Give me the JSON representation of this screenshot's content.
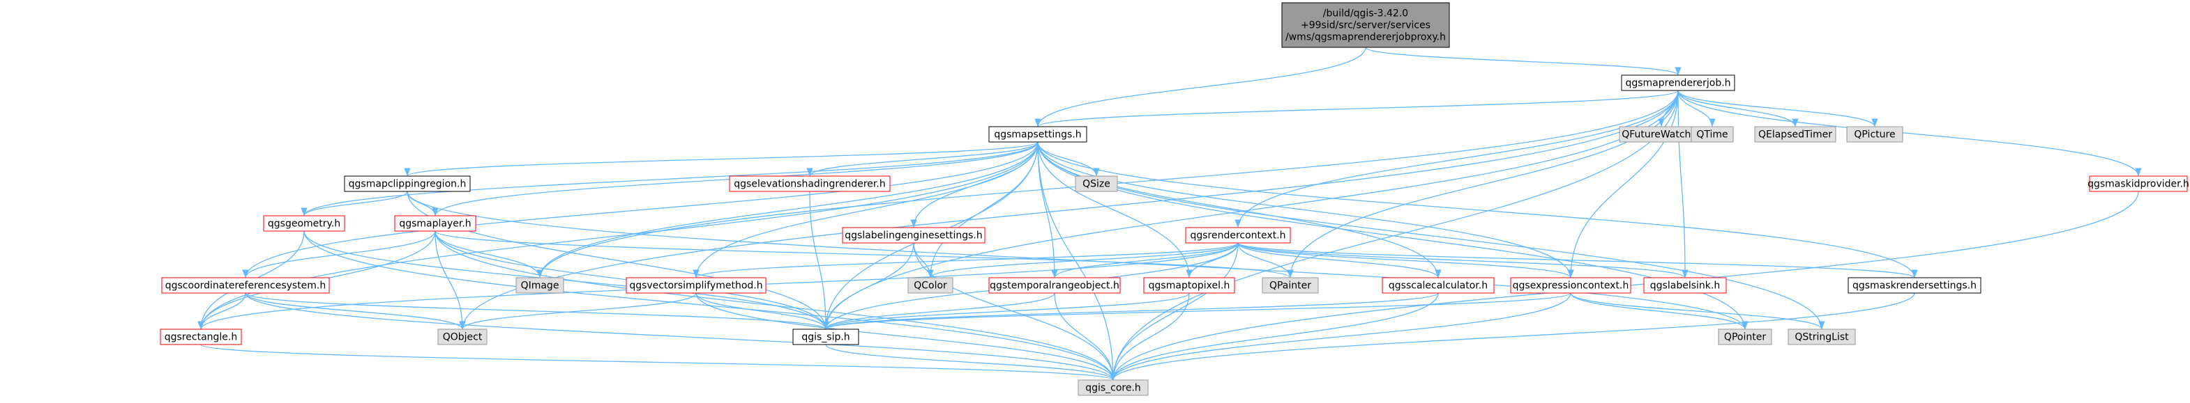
{
  "colors": {
    "edge": "#63B8FF",
    "border_red": "#FF0000",
    "border_black": "#000000",
    "border_gray": "#999999",
    "fill_white": "#FFFFFF",
    "fill_gray": "#E0E0E0",
    "fill_root": "#999999",
    "text": "#000000"
  },
  "nodes": [
    {
      "id": "root",
      "lines": [
        "/build/qgis-3.42.0",
        "+99sid/src/server/services",
        "/wms/qgsmaprendererjobproxy.h"
      ],
      "style": "root"
    },
    {
      "id": "maprendererjob",
      "lines": [
        "qgsmaprendererjob.h"
      ],
      "style": "black"
    },
    {
      "id": "mapsettings",
      "lines": [
        "qgsmapsettings.h"
      ],
      "style": "black"
    },
    {
      "id": "qfuturewatcher",
      "lines": [
        "QFutureWatcher"
      ],
      "style": "gray"
    },
    {
      "id": "qtime",
      "lines": [
        "QTime"
      ],
      "style": "gray"
    },
    {
      "id": "qelapsedtimer",
      "lines": [
        "QElapsedTimer"
      ],
      "style": "gray"
    },
    {
      "id": "qpicture",
      "lines": [
        "QPicture"
      ],
      "style": "gray"
    },
    {
      "id": "maskidprovider",
      "lines": [
        "qgsmaskidprovider.h"
      ],
      "style": "red"
    },
    {
      "id": "mapclippingregion",
      "lines": [
        "qgsmapclippingregion.h"
      ],
      "style": "black"
    },
    {
      "id": "elevationshading",
      "lines": [
        "qgselevationshadingrenderer.h"
      ],
      "style": "red"
    },
    {
      "id": "qsize",
      "lines": [
        "QSize"
      ],
      "style": "gray"
    },
    {
      "id": "geometry",
      "lines": [
        "qgsgeometry.h"
      ],
      "style": "red"
    },
    {
      "id": "maplayer",
      "lines": [
        "qgsmaplayer.h"
      ],
      "style": "red"
    },
    {
      "id": "labelingengine",
      "lines": [
        "qgslabelingenginesettings.h"
      ],
      "style": "red"
    },
    {
      "id": "rendercontext",
      "lines": [
        "qgsrendercontext.h"
      ],
      "style": "red"
    },
    {
      "id": "crs",
      "lines": [
        "qgscoordinatereferencesystem.h"
      ],
      "style": "red"
    },
    {
      "id": "qimage",
      "lines": [
        "QImage"
      ],
      "style": "gray"
    },
    {
      "id": "vectorsimplify",
      "lines": [
        "qgsvectorsimplifymethod.h"
      ],
      "style": "red"
    },
    {
      "id": "qcolor",
      "lines": [
        "QColor"
      ],
      "style": "gray"
    },
    {
      "id": "temporalrange",
      "lines": [
        "qgstemporalrangeobject.h"
      ],
      "style": "red"
    },
    {
      "id": "maptopixel",
      "lines": [
        "qgsmaptopixel.h"
      ],
      "style": "red"
    },
    {
      "id": "qpainter",
      "lines": [
        "QPainter"
      ],
      "style": "gray"
    },
    {
      "id": "scalecalc",
      "lines": [
        "qgsscalecalculator.h"
      ],
      "style": "red"
    },
    {
      "id": "exprcontext",
      "lines": [
        "qgsexpressioncontext.h"
      ],
      "style": "red"
    },
    {
      "id": "labelsink",
      "lines": [
        "qgslabelsink.h"
      ],
      "style": "red"
    },
    {
      "id": "maskrender",
      "lines": [
        "qgsmaskrendersettings.h"
      ],
      "style": "black"
    },
    {
      "id": "rectangle",
      "lines": [
        "qgsrectangle.h"
      ],
      "style": "red"
    },
    {
      "id": "qobject",
      "lines": [
        "QObject"
      ],
      "style": "gray"
    },
    {
      "id": "qgissip",
      "lines": [
        "qgis_sip.h"
      ],
      "style": "black"
    },
    {
      "id": "qpointer",
      "lines": [
        "QPointer"
      ],
      "style": "gray"
    },
    {
      "id": "qstringlist",
      "lines": [
        "QStringList"
      ],
      "style": "gray"
    },
    {
      "id": "qgiscore",
      "lines": [
        "qgis_core.h"
      ],
      "style": "gray"
    }
  ],
  "edges": [
    [
      "root",
      "mapsettings"
    ],
    [
      "root",
      "maprendererjob"
    ],
    [
      "maprendererjob",
      "mapsettings"
    ],
    [
      "maprendererjob",
      "qfuturewatcher"
    ],
    [
      "maprendererjob",
      "qtime"
    ],
    [
      "maprendererjob",
      "qelapsedtimer"
    ],
    [
      "maprendererjob",
      "qpicture"
    ],
    [
      "maprendererjob",
      "maskidprovider"
    ],
    [
      "maprendererjob",
      "rendercontext"
    ],
    [
      "maprendererjob",
      "qimage"
    ],
    [
      "maprendererjob",
      "qobject"
    ],
    [
      "maprendererjob",
      "qgissip"
    ],
    [
      "maprendererjob",
      "qpainter"
    ],
    [
      "maprendererjob",
      "labelsink"
    ],
    [
      "maprendererjob",
      "qgiscore"
    ],
    [
      "maprendererjob",
      "exprcontext"
    ],
    [
      "mapsettings",
      "mapclippingregion"
    ],
    [
      "mapsettings",
      "elevationshading"
    ],
    [
      "mapsettings",
      "qsize"
    ],
    [
      "mapsettings",
      "geometry"
    ],
    [
      "mapsettings",
      "maplayer"
    ],
    [
      "mapsettings",
      "labelingengine"
    ],
    [
      "mapsettings",
      "crs"
    ],
    [
      "mapsettings",
      "qimage"
    ],
    [
      "mapsettings",
      "vectorsimplify"
    ],
    [
      "mapsettings",
      "qcolor"
    ],
    [
      "mapsettings",
      "temporalrange"
    ],
    [
      "mapsettings",
      "maptopixel"
    ],
    [
      "mapsettings",
      "scalecalc"
    ],
    [
      "mapsettings",
      "exprcontext"
    ],
    [
      "mapsettings",
      "maskrender"
    ],
    [
      "mapsettings",
      "rectangle"
    ],
    [
      "mapsettings",
      "qgissip"
    ],
    [
      "mapsettings",
      "qpointer"
    ],
    [
      "mapsettings",
      "qstringlist"
    ],
    [
      "mapsettings",
      "qgiscore"
    ],
    [
      "mapclippingregion",
      "geometry"
    ],
    [
      "mapclippingregion",
      "maplayer"
    ],
    [
      "mapclippingregion",
      "qpointer"
    ],
    [
      "mapclippingregion",
      "qgissip"
    ],
    [
      "geometry",
      "rectangle"
    ],
    [
      "geometry",
      "qgissip"
    ],
    [
      "geometry",
      "qgiscore"
    ],
    [
      "maplayer",
      "crs"
    ],
    [
      "maplayer",
      "qimage"
    ],
    [
      "maplayer",
      "qobject"
    ],
    [
      "maplayer",
      "qpainter"
    ],
    [
      "maplayer",
      "rectangle"
    ],
    [
      "maplayer",
      "qgissip"
    ],
    [
      "maplayer",
      "qgiscore"
    ],
    [
      "elevationshading",
      "qgissip"
    ],
    [
      "labelingengine",
      "qcolor"
    ],
    [
      "labelingengine",
      "qgissip"
    ],
    [
      "labelingengine",
      "qgiscore"
    ],
    [
      "crs",
      "rectangle"
    ],
    [
      "crs",
      "qobject"
    ],
    [
      "crs",
      "qgissip"
    ],
    [
      "crs",
      "qgiscore"
    ],
    [
      "rendercontext",
      "vectorsimplify"
    ],
    [
      "rendercontext",
      "temporalrange"
    ],
    [
      "rendercontext",
      "maptopixel"
    ],
    [
      "rendercontext",
      "qpainter"
    ],
    [
      "rendercontext",
      "scalecalc"
    ],
    [
      "rendercontext",
      "exprcontext"
    ],
    [
      "rendercontext",
      "labelsink"
    ],
    [
      "rendercontext",
      "maskrender"
    ],
    [
      "rendercontext",
      "rectangle"
    ],
    [
      "rendercontext",
      "qcolor"
    ],
    [
      "rendercontext",
      "qgissip"
    ],
    [
      "rendercontext",
      "qgiscore"
    ],
    [
      "vectorsimplify",
      "qobject"
    ],
    [
      "vectorsimplify",
      "qgissip"
    ],
    [
      "vectorsimplify",
      "qgiscore"
    ],
    [
      "temporalrange",
      "qgissip"
    ],
    [
      "temporalrange",
      "qgiscore"
    ],
    [
      "maptopixel",
      "qgissip"
    ],
    [
      "maptopixel",
      "qgiscore"
    ],
    [
      "scalecalc",
      "qgissip"
    ],
    [
      "scalecalc",
      "qgiscore"
    ],
    [
      "exprcontext",
      "qpointer"
    ],
    [
      "exprcontext",
      "qstringlist"
    ],
    [
      "exprcontext",
      "qgissip"
    ],
    [
      "exprcontext",
      "qgiscore"
    ],
    [
      "maskrender",
      "qgiscore"
    ],
    [
      "rectangle",
      "qgiscore"
    ],
    [
      "qgissip",
      "qgiscore"
    ],
    [
      "maskidprovider",
      "qgiscore"
    ]
  ]
}
